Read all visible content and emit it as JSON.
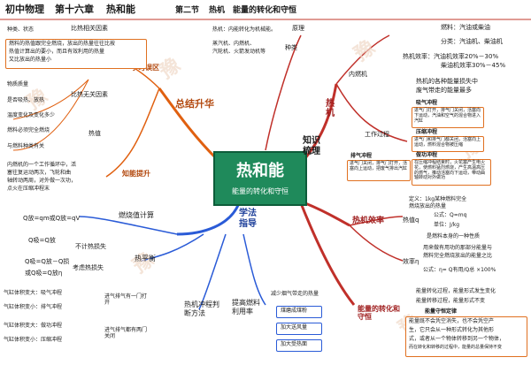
{
  "header": {
    "course": "初中物理",
    "chapter": "第十六章",
    "chapter_title": "热和能",
    "section": "第二节",
    "section_title": "热机　能量的转化和守恒"
  },
  "center": {
    "title": "热和能",
    "subtitle": "能量的转化和守恒"
  },
  "branches": {
    "summary": "总结升华",
    "knowledge": "知识梳理",
    "method": "学法指导",
    "engine": "热机",
    "engine_eff": "热机效率",
    "energy": "能量的转化和守恒"
  },
  "summary": {
    "misconception": "学习误区",
    "ability": "知能提升",
    "item1": "种类、状态",
    "item1_label": "比热相关因素",
    "item2_text1": "燃料的热值跟完全燃烧，放出的热量往往比按",
    "item2_text2": "热值计算出的要小，而且有效利用的热量",
    "item2_text3": "又比放出的热量小",
    "sub_label1": "比热无关因素",
    "sub1": "物质质量",
    "sub2": "是否吸热、放热",
    "sub3": "温度变化及变化多少",
    "heat_label": "热值",
    "heat1": "燃料必须完全燃烧",
    "heat2": "与燃料种类有关",
    "ability_text1": "内燃机的一个工作循环中，活",
    "ability_text2": "塞往复运动两次，飞轮和曲",
    "ability_text3": "轴转动两周，对外做一次功，",
    "ability_text4": "点火在压缩冲程末"
  },
  "knowledge": {
    "principle": "原理",
    "principle_text": "热机：内能转化为机械能。",
    "types": "种类",
    "types_text1": "蒸汽机、内燃机、",
    "types_text2": "汽轮机、火箭发动机等",
    "fuel": "燃料：汽油或柴油",
    "category": "分类：汽油机、柴油机",
    "eff1": "热机效率：汽油机效率20%－30%",
    "eff2": "柴油机效率30%－45%",
    "loss1": "热机的各种能量损失中",
    "loss2": "废气带走的能量最多",
    "internal": "内燃机",
    "work_process": "工作过程",
    "intake": "吸气冲程",
    "intake_text": "进气门打开，排气门关闭，活塞向下运动，汽油和空气的混合物进入汽缸",
    "compress": "压缩冲程",
    "compress_text": "进气门和排气门都关闭，活塞向上运动，燃料混合物被压缩",
    "power": "做功冲程",
    "power_text": "在压缩冲程结束时，火花塞产生电火花，使燃料猛烈燃烧，产生高温高压的燃气，推动活塞向下运动，带动曲轴转动对外做功",
    "exhaust": "排气冲程",
    "exhaust_text": "进气门关闭，排气门打开，活塞向上运动，把废气排出汽缸"
  },
  "efficiency": {
    "def1": "定义：1kg某种燃料完全",
    "def2": "燃烧放出的热量",
    "heat_value": "热值q",
    "formula": "公式：Q=mq",
    "unit": "单位：J/kg",
    "prop": "是燃料本身的一种性质",
    "eta": "效率η",
    "eta_def1": "用来做有用功的那部分能量与",
    "eta_def2": "燃料完全燃烧放出的能量之比",
    "eta_formula": "公式：η= Q有用/Q总 ×100%"
  },
  "energy": {
    "line1": "能量转化过程，能量形式发生变化",
    "line2": "能量转移过程，能量形式不变",
    "law_title": "能量守恒定律",
    "law_text1": "能量既不会凭空消失，也不会凭空产",
    "law_text2": "生，它只会从一种形式转化为其他形",
    "law_text3": "式，或者从一个物体转移到另一个物体，",
    "law_text4": "而在转化和转移的过程中，能量的总量保持不变"
  },
  "method": {
    "fuel_calc": "燃烧值计算",
    "fuel_formula": "Q放=qm或Q放=qV",
    "heat_balance": "热平衡",
    "no_loss": "不计热损失",
    "no_loss_formula": "Q吸=Q放",
    "loss": "考虑热损失",
    "loss_f1": "Q吸=Q放－Q损",
    "loss_f2": "或Q吸=Q放η",
    "judge": "热机冲程判断方法",
    "v1": "气缸体积变大：吸气冲程",
    "v2": "气缸体积变小：排气冲程",
    "open_label": "进气排气有一门打开",
    "v3": "气缸体积变大：做功冲程",
    "v4": "气缸体积变小：压缩冲程",
    "closed_label": "进气排气都有两门关闭",
    "improve": "提高燃料利用率",
    "m1": "减少烟气带走的热量",
    "m2": "煤磨成煤粉",
    "m3": "加大送风量",
    "m4": "加大受热面"
  }
}
